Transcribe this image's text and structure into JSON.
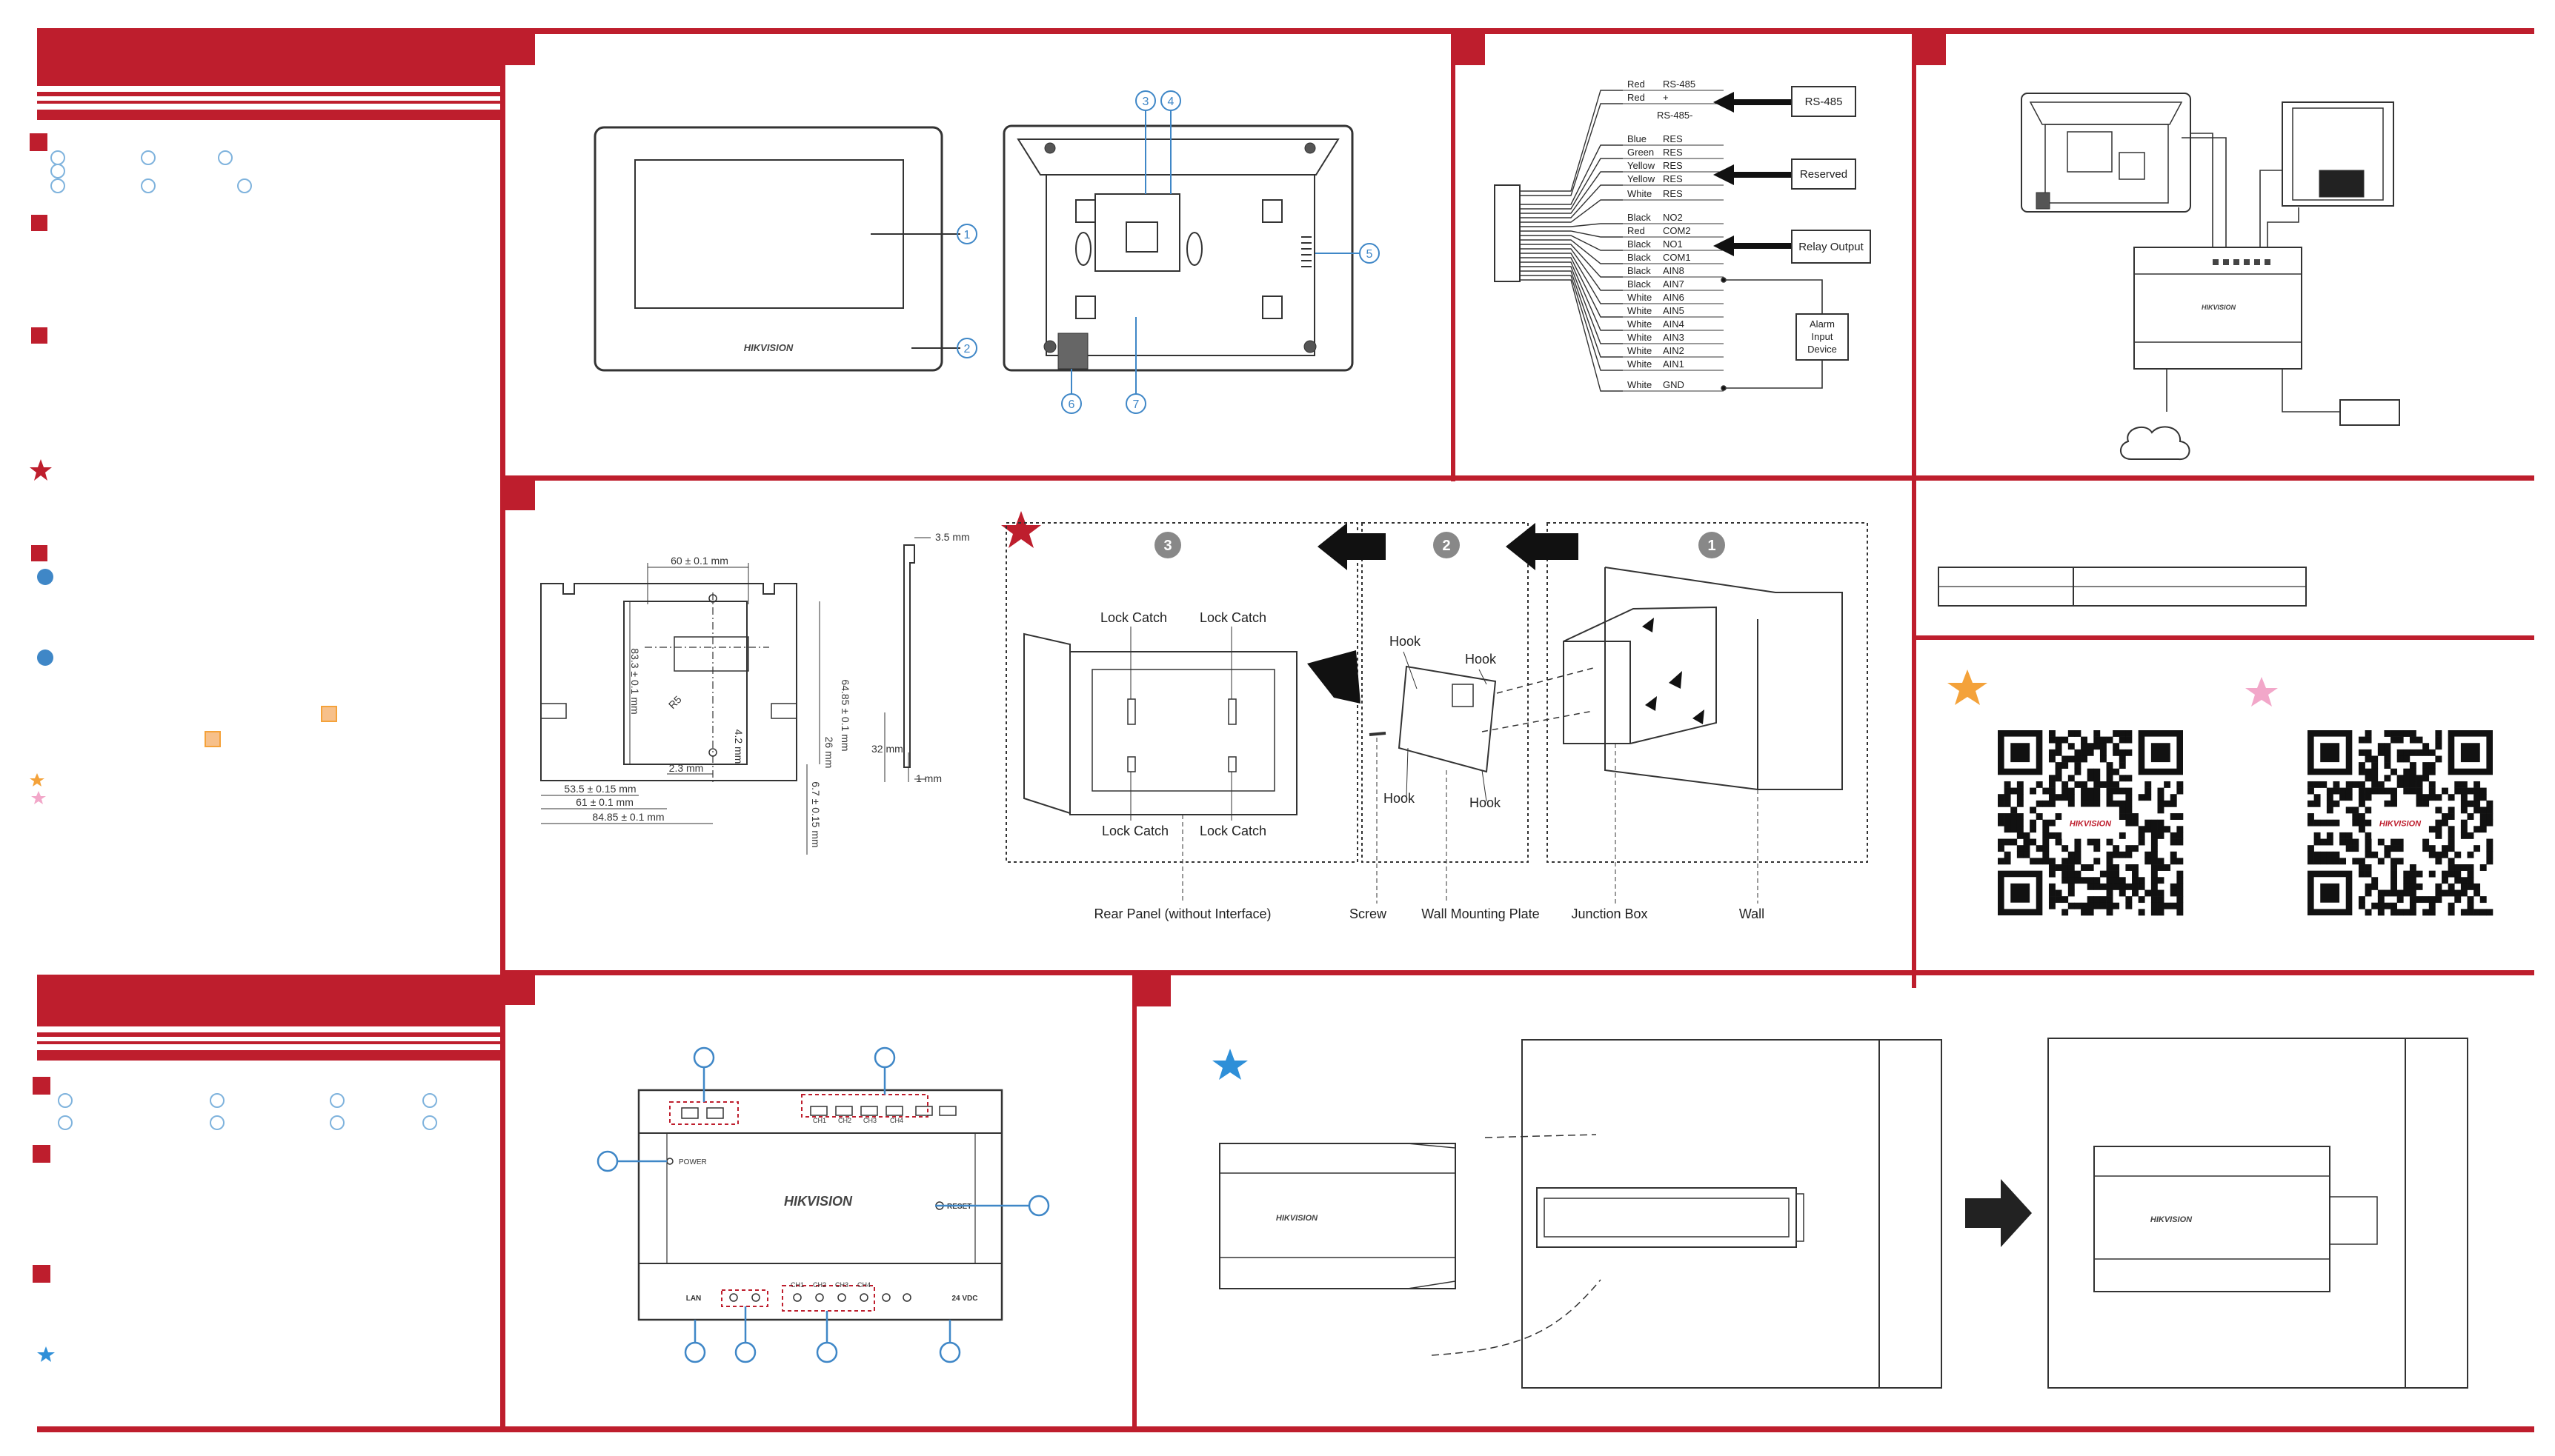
{
  "colors": {
    "brand_red": "#be1e2d",
    "line_blue": "#3f87c7",
    "marker_orange": "#f4a23a",
    "marker_pink": "#f2a7c9",
    "marker_blue": "#2e8fd8",
    "ink": "#333333"
  },
  "brand": {
    "logo_text": "HIKVISION"
  },
  "wiring": {
    "rows": [
      {
        "color": "Red",
        "signal": "RS-485"
      },
      {
        "color": "Red",
        "signal": "+"
      },
      {
        "color": "",
        "signal": "RS-485-"
      },
      {
        "color": "Blue",
        "signal": "RES"
      },
      {
        "color": "Green",
        "signal": "RES"
      },
      {
        "color": "Yellow",
        "signal": "RES"
      },
      {
        "color": "Yellow",
        "signal": "RES"
      },
      {
        "color": "White",
        "signal": "RES"
      },
      {
        "color": "Black",
        "signal": "NO2"
      },
      {
        "color": "Red",
        "signal": "COM2"
      },
      {
        "color": "Black",
        "signal": "NO1"
      },
      {
        "color": "Black",
        "signal": "COM1"
      },
      {
        "color": "Black",
        "signal": "AIN8"
      },
      {
        "color": "Black",
        "signal": "AIN7"
      },
      {
        "color": "White",
        "signal": "AIN6"
      },
      {
        "color": "White",
        "signal": "AIN5"
      },
      {
        "color": "White",
        "signal": "AIN4"
      },
      {
        "color": "White",
        "signal": "AIN3"
      },
      {
        "color": "White",
        "signal": "AIN2"
      },
      {
        "color": "White",
        "signal": "AIN1"
      },
      {
        "color": "White",
        "signal": "GND"
      }
    ],
    "box_rs485": "RS-485",
    "box_reserved": "Reserved",
    "box_relay": "Relay Output",
    "box_alarm": [
      "Alarm",
      "Input",
      "Device"
    ]
  },
  "plate": {
    "dim_top": "60 ± 0.1 mm",
    "dim_left": "83.3 ± 0.1 mm",
    "dim_right": "64.85 ± 0.1 mm",
    "dim_r": "R5",
    "dim_2_3": "2.3 mm",
    "dim_4_2": "4.2 mm",
    "dim_26": "26 mm",
    "dim_67": "6.7 ± 0.15 mm",
    "dim_53": "53.5 ± 0.15 mm",
    "dim_61": "61 ± 0.1 mm",
    "dim_84": "84.85 ± 0.1 mm",
    "side_35": "3.5 mm",
    "side_32": "32 mm",
    "side_1": "1 mm"
  },
  "install": {
    "steps": [
      "3",
      "2",
      "1"
    ],
    "lock_catch": "Lock Catch",
    "hook": "Hook",
    "rear_panel": "Rear Panel (without Interface)",
    "screw": "Screw",
    "wall_plate": "Wall Mounting Plate",
    "junction_box": "Junction Box",
    "wall": "Wall"
  },
  "monitor_callouts": [
    "1",
    "2",
    "3",
    "4",
    "5",
    "6",
    "7"
  ],
  "distributor": {
    "power_label": "POWER",
    "reset_label": "RESET",
    "lan_label": "LAN",
    "dc_label": "24 VDC",
    "ch_labels": [
      "CH1",
      "CH2",
      "CH3",
      "CH4"
    ]
  }
}
